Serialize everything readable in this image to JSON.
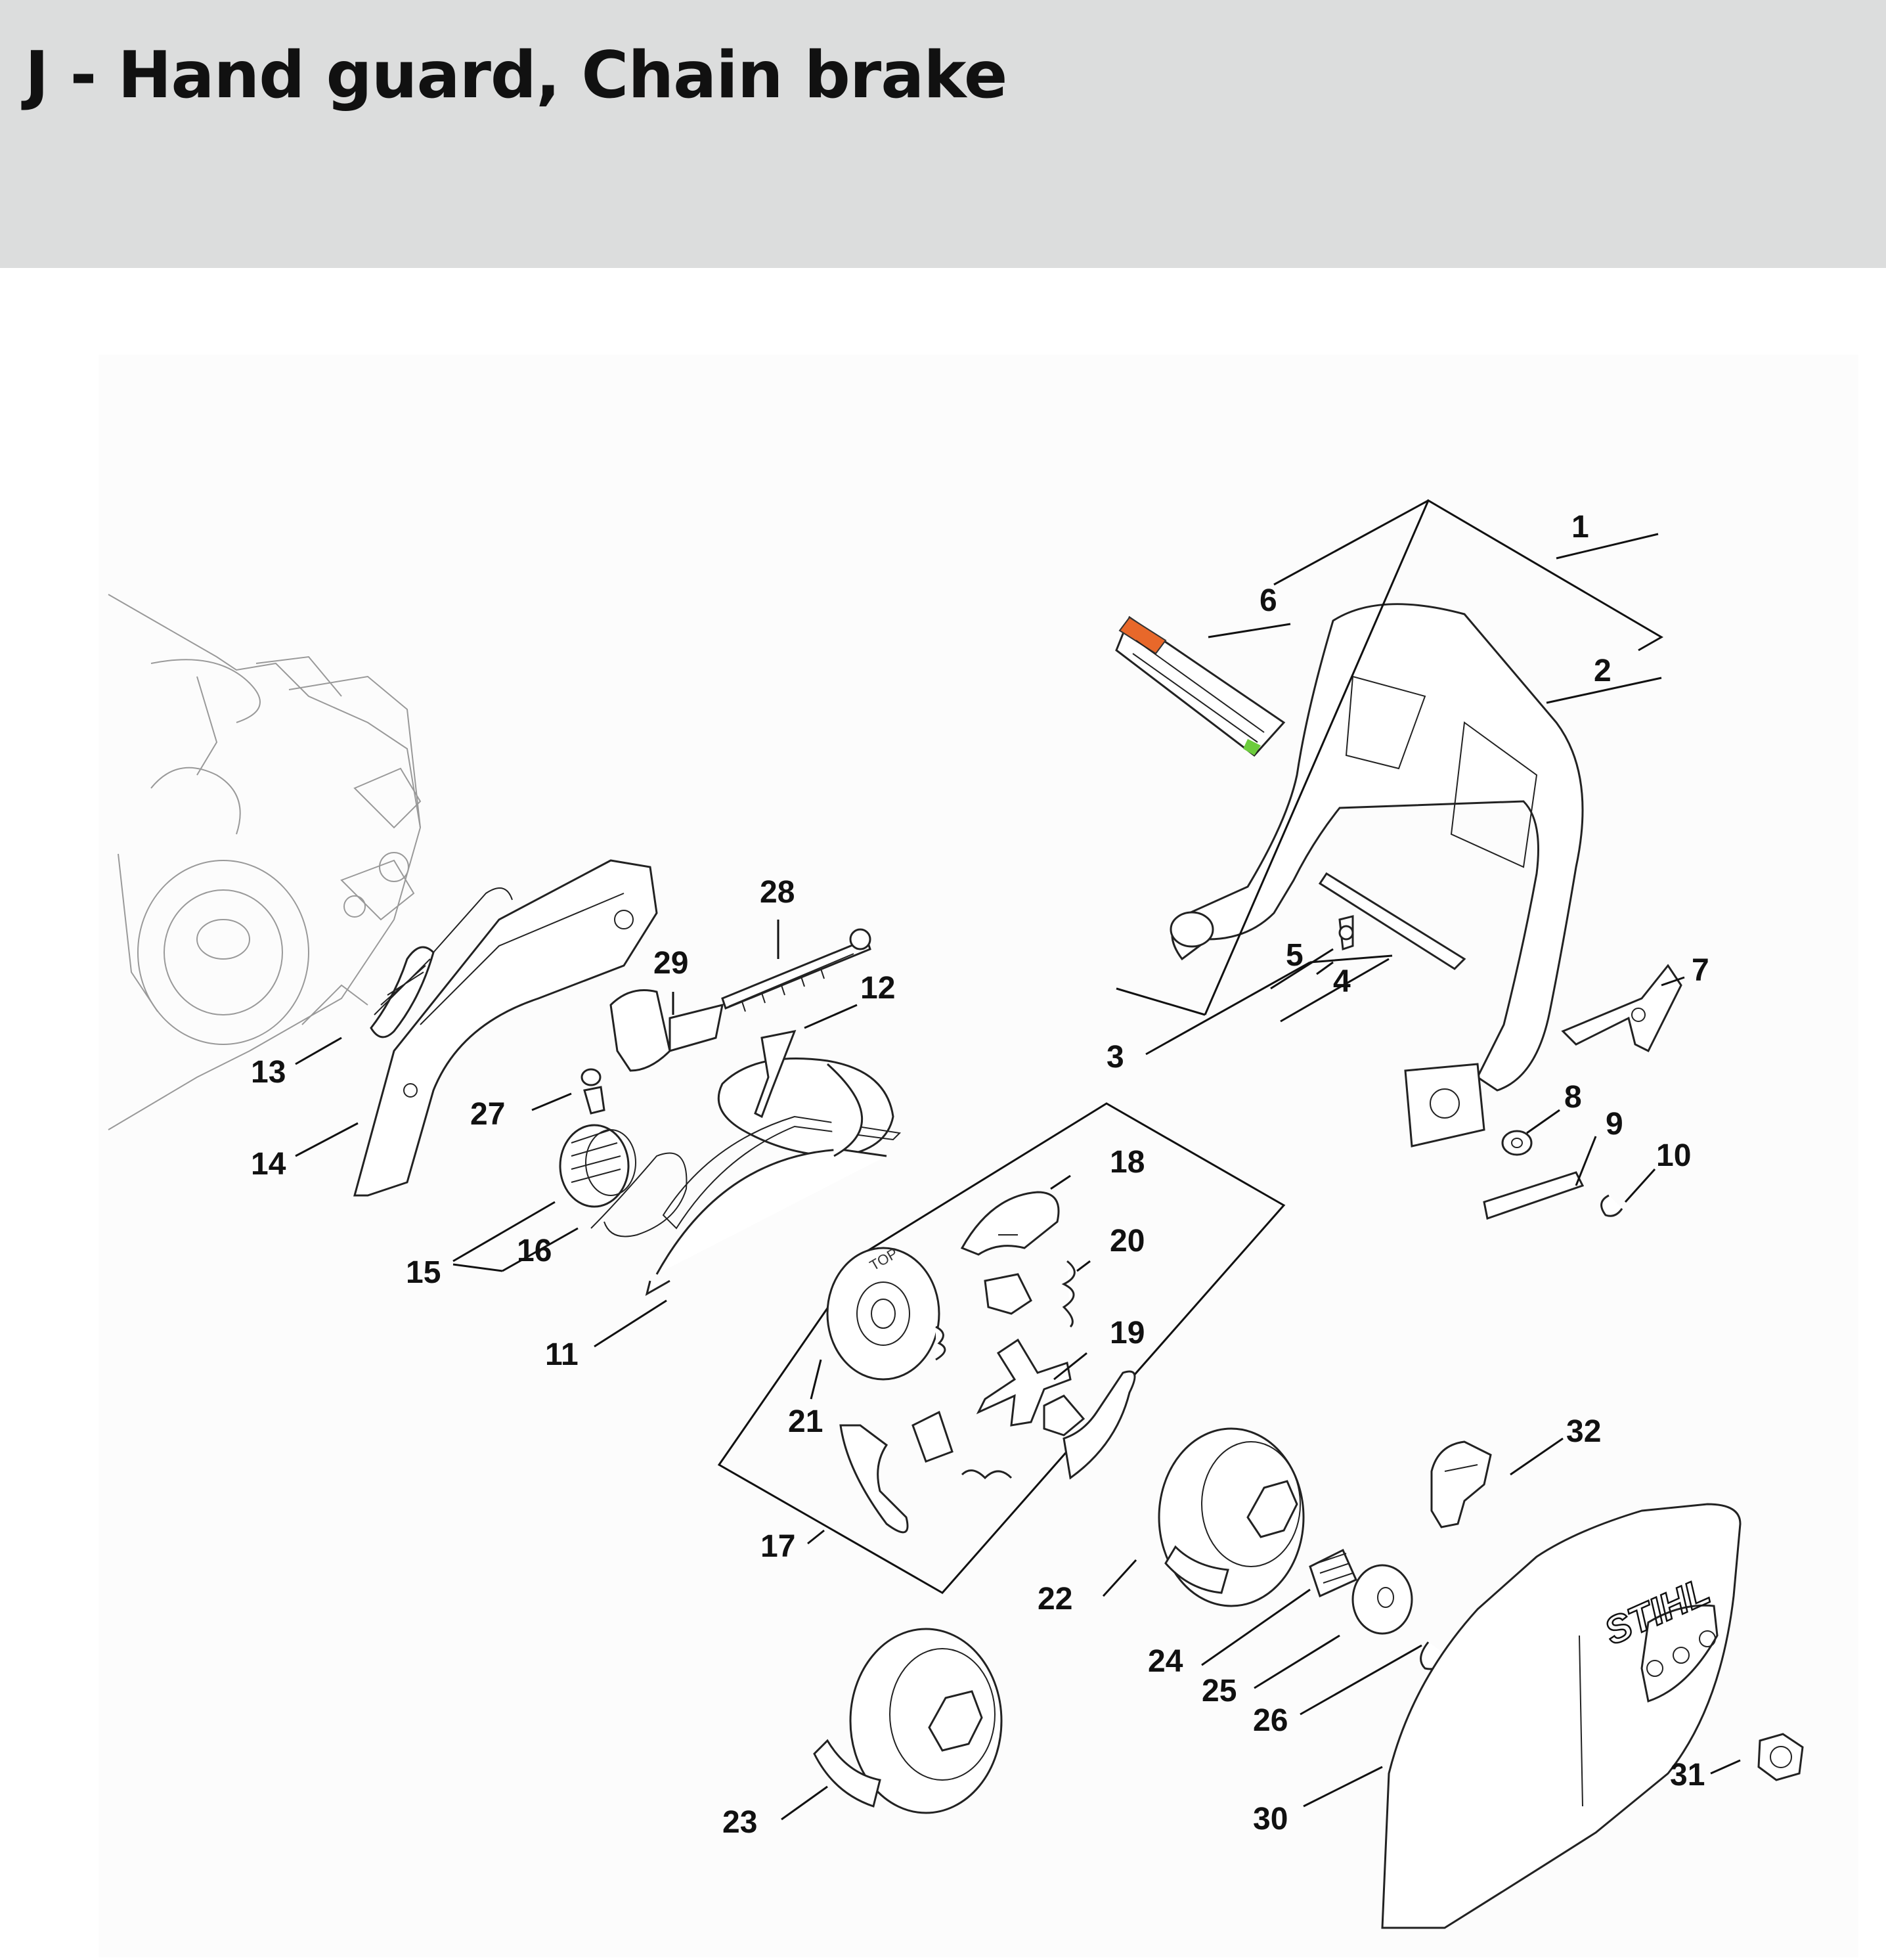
{
  "header": {
    "title": "J - Hand guard, Chain brake"
  },
  "callouts": [
    "1",
    "2",
    "3",
    "4",
    "5",
    "6",
    "7",
    "8",
    "9",
    "10",
    "11",
    "12",
    "13",
    "14",
    "15",
    "16",
    "17",
    "18",
    "19",
    "20",
    "21",
    "22",
    "23",
    "24",
    "25",
    "26",
    "27",
    "28",
    "29",
    "30",
    "31",
    "32"
  ],
  "brand": {
    "logo_text": "STIHL",
    "clutch_marking": "TOP"
  }
}
